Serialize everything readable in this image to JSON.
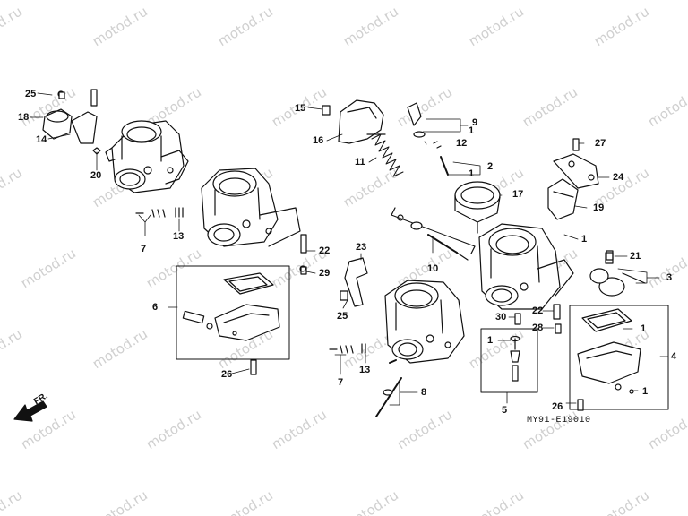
{
  "watermark": "motod.ru",
  "diagram_code": "MY91-E19010",
  "direction_label": "FR.",
  "callouts": [
    "1",
    "2",
    "3",
    "4",
    "5",
    "6",
    "7",
    "8",
    "9",
    "10",
    "11",
    "12",
    "13",
    "14",
    "15",
    "16",
    "17",
    "18",
    "19",
    "20",
    "21",
    "22",
    "23",
    "24",
    "25",
    "26",
    "27",
    "28",
    "29",
    "30"
  ]
}
